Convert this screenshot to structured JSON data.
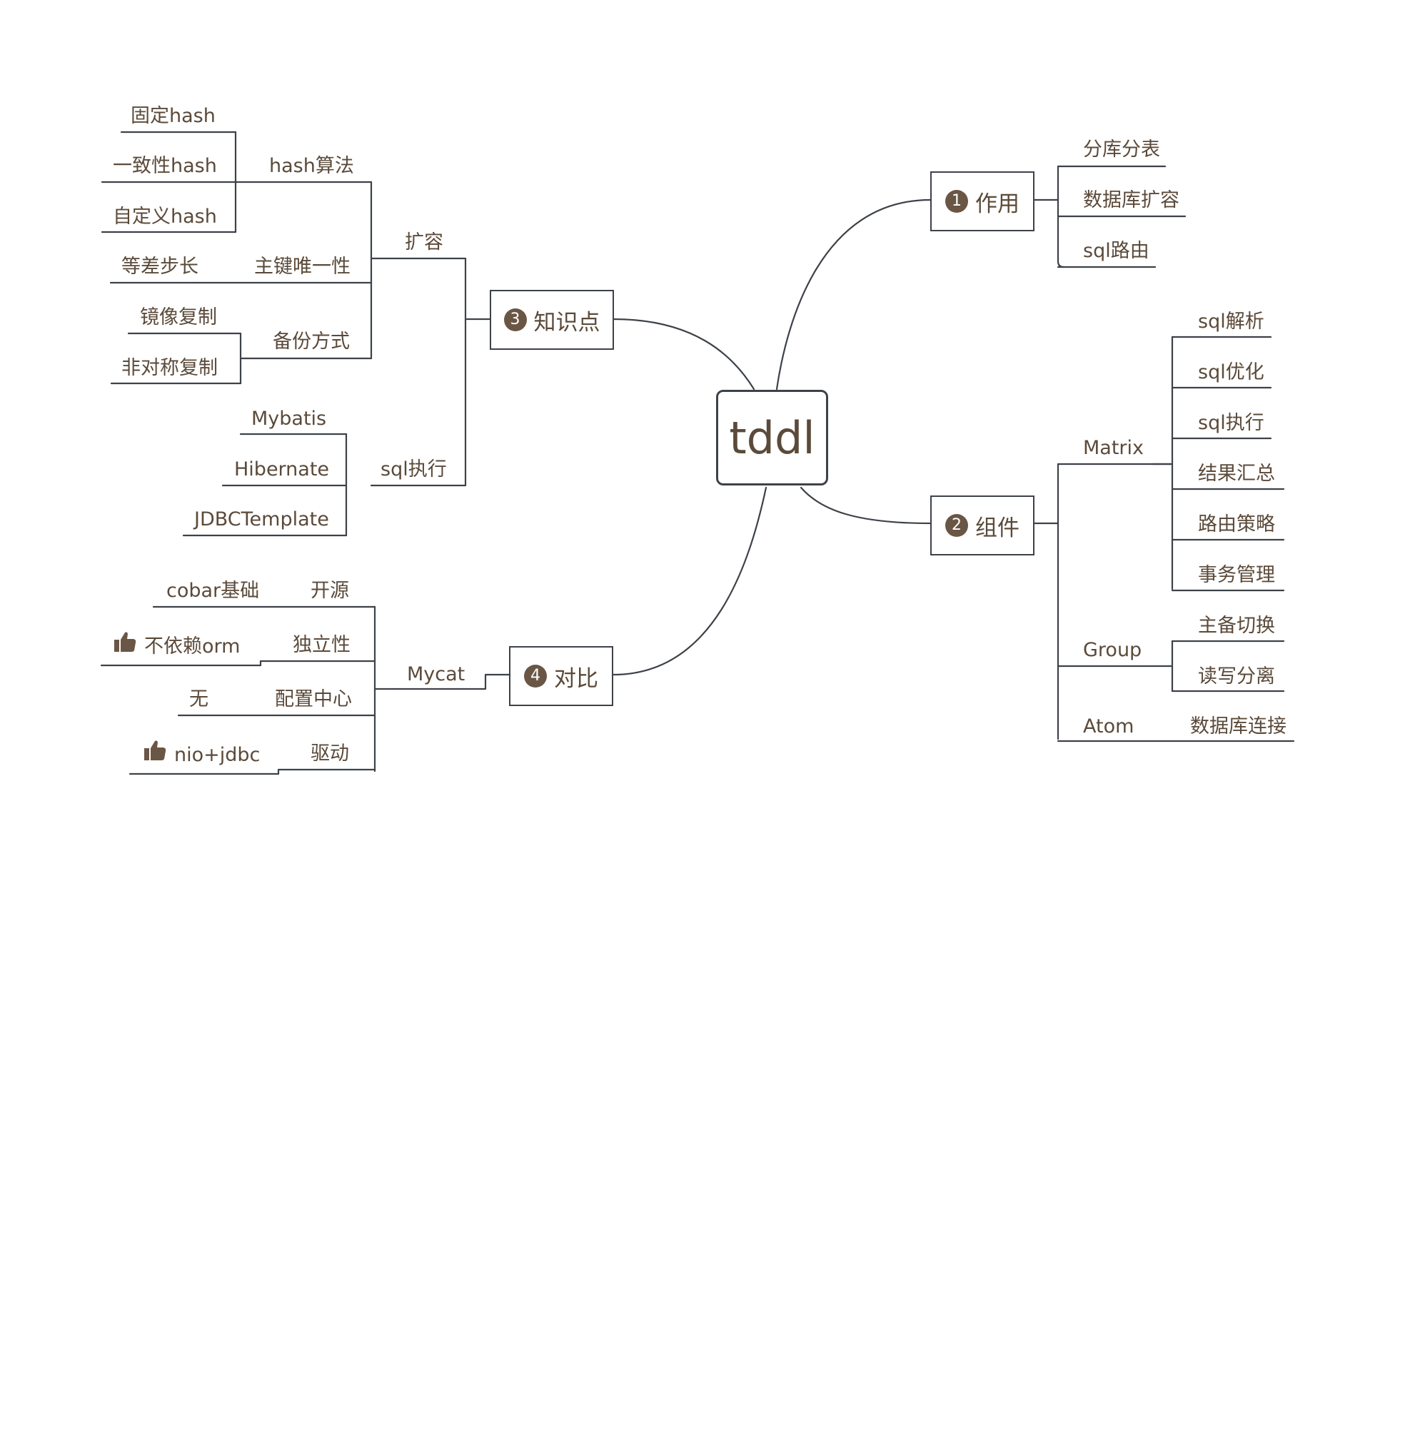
{
  "root": {
    "label": "tddl"
  },
  "branches": {
    "role": {
      "num": "1",
      "label": "作用",
      "items": [
        "分库分表",
        "数据库扩容",
        "sql路由"
      ]
    },
    "components": {
      "num": "2",
      "label": "组件",
      "matrix": {
        "label": "Matrix",
        "items": [
          "sql解析",
          "sql优化",
          "sql执行",
          "结果汇总",
          "路由策略",
          "事务管理"
        ]
      },
      "group": {
        "label": "Group",
        "items": [
          "主备切换",
          "读写分离"
        ]
      },
      "atom": {
        "label": "Atom",
        "items": [
          "数据库连接"
        ]
      }
    },
    "knowledge": {
      "num": "3",
      "label": "知识点",
      "expansion": {
        "label": "扩容",
        "hash": {
          "label": "hash算法",
          "items": [
            "固定hash",
            "一致性hash",
            "自定义hash"
          ]
        },
        "pk": {
          "label": "主键唯一性",
          "items": [
            "等差步长"
          ]
        },
        "backup": {
          "label": "备份方式",
          "items": [
            "镜像复制",
            "非对称复制"
          ]
        }
      },
      "sqlexec": {
        "label": "sql执行",
        "items": [
          "Mybatis",
          "Hibernate",
          "JDBCTemplate"
        ]
      }
    },
    "compare": {
      "num": "4",
      "label": "对比",
      "mycat": {
        "label": "Mycat",
        "rows": [
          {
            "label": "开源",
            "value": "cobar基础",
            "thumb": false
          },
          {
            "label": "独立性",
            "value": "不依赖orm",
            "thumb": true
          },
          {
            "label": "配置中心",
            "value": "无",
            "thumb": false
          },
          {
            "label": "驱动",
            "value": "nio+jdbc",
            "thumb": true
          }
        ]
      }
    }
  },
  "colors": {
    "line": "#3d4249",
    "text": "#5b4a3a",
    "badge": "#6a5645"
  },
  "icons": {
    "thumb": "thumbs-up-icon"
  }
}
